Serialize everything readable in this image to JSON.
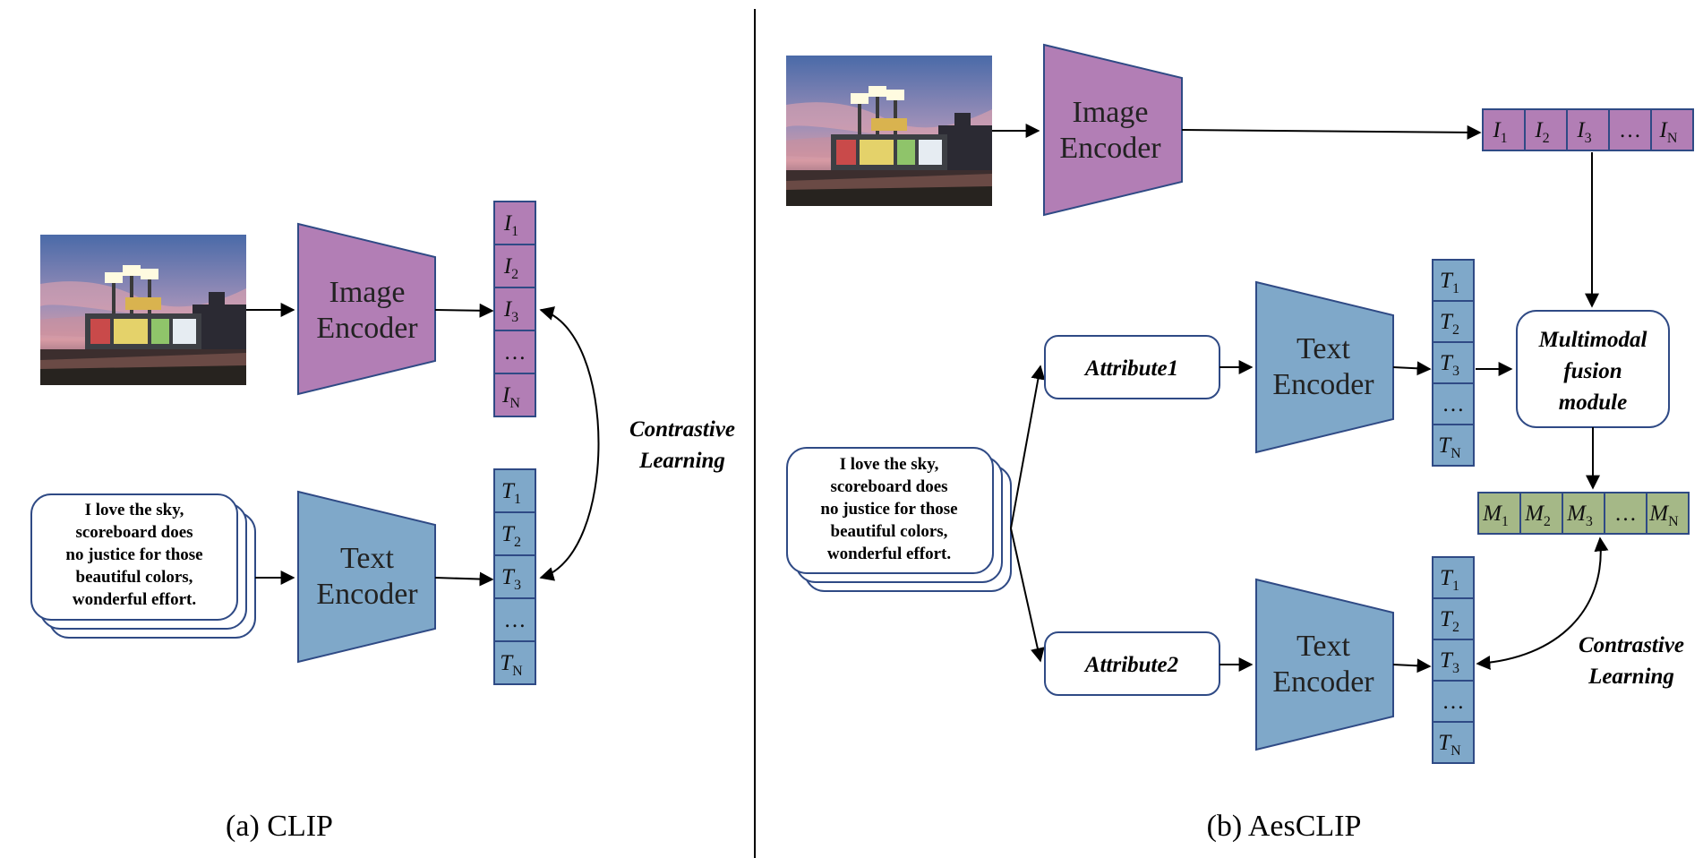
{
  "clip": {
    "caption": "(a) CLIP",
    "image_encoder": [
      "Image",
      "Encoder"
    ],
    "text_encoder": [
      "Text",
      "Encoder"
    ],
    "image_tokens": [
      {
        "base": "I",
        "sub": "1"
      },
      {
        "base": "I",
        "sub": "2"
      },
      {
        "base": "I",
        "sub": "3"
      },
      {
        "base": "…",
        "sub": ""
      },
      {
        "base": "I",
        "sub": "N"
      }
    ],
    "text_tokens": [
      {
        "base": "T",
        "sub": "1"
      },
      {
        "base": "T",
        "sub": "2"
      },
      {
        "base": "T",
        "sub": "3"
      },
      {
        "base": "…",
        "sub": ""
      },
      {
        "base": "T",
        "sub": "N"
      }
    ],
    "contrastive": [
      "Contrastive",
      "Learning"
    ],
    "comment": [
      "I love the sky,",
      "scoreboard does",
      "no justice for those",
      "beautiful colors,",
      "wonderful effort."
    ]
  },
  "aesclip": {
    "caption": "(b) AesCLIP",
    "image_encoder": [
      "Image",
      "Encoder"
    ],
    "text_encoder_1": [
      "Text",
      "Encoder"
    ],
    "text_encoder_2": [
      "Text",
      "Encoder"
    ],
    "attribute_1": "Attribute1",
    "attribute_2": "Attribute2",
    "fusion": [
      "Multimodal",
      "fusion",
      "module"
    ],
    "contrastive": [
      "Contrastive",
      "Learning"
    ],
    "comment": [
      "I love the sky,",
      "scoreboard does",
      "no justice for those",
      "beautiful colors,",
      "wonderful effort."
    ],
    "image_tokens": [
      {
        "base": "I",
        "sub": "1"
      },
      {
        "base": "I",
        "sub": "2"
      },
      {
        "base": "I",
        "sub": "3"
      },
      {
        "base": "…",
        "sub": ""
      },
      {
        "base": "I",
        "sub": "N"
      }
    ],
    "text_tokens_1": [
      {
        "base": "T",
        "sub": "1"
      },
      {
        "base": "T",
        "sub": "2"
      },
      {
        "base": "T",
        "sub": "3"
      },
      {
        "base": "…",
        "sub": ""
      },
      {
        "base": "T",
        "sub": "N"
      }
    ],
    "text_tokens_2": [
      {
        "base": "T",
        "sub": "1"
      },
      {
        "base": "T",
        "sub": "2"
      },
      {
        "base": "T",
        "sub": "3"
      },
      {
        "base": "…",
        "sub": ""
      },
      {
        "base": "T",
        "sub": "N"
      }
    ],
    "fused_tokens": [
      {
        "base": "M",
        "sub": "1"
      },
      {
        "base": "M",
        "sub": "2"
      },
      {
        "base": "M",
        "sub": "3"
      },
      {
        "base": "…",
        "sub": ""
      },
      {
        "base": "M",
        "sub": "N"
      }
    ]
  },
  "colors": {
    "image_purple": "#b27eb5",
    "text_blue": "#7fa8c9",
    "fused_green": "#a5b887",
    "outline_blue": "#2f4a85"
  },
  "icons": [
    "stadium-photo",
    "comment-stack"
  ]
}
